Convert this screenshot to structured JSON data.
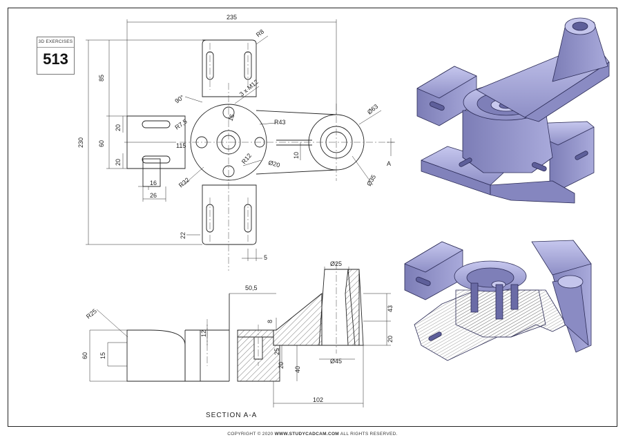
{
  "badge": {
    "label": "3D EXERCISES",
    "number": "513"
  },
  "section_label": "SECTION A-A",
  "footer": {
    "prefix": "COPYRIGHT © 2020 ",
    "site": "WWW.STUDYCADCAM.COM",
    "suffix": " ALL RIGHTS RESERVED."
  },
  "plan_dims": {
    "d235": "235",
    "r8": "R8",
    "d85": "85",
    "d230": "230",
    "a90": "90°",
    "m12": "3 x M12",
    "r75": "R7,5",
    "d15": "15",
    "r43": "R43",
    "d63": "Ø63",
    "d20a": "20",
    "d60": "60",
    "d20b": "20",
    "d115": "115",
    "d20c": "Ø20",
    "r32": "R32",
    "d16": "16",
    "d26": "26",
    "d10": "10",
    "d35": "Ø35",
    "a_mark": "A",
    "d22": "22",
    "d5": "5",
    "r12": "R12"
  },
  "section_dims": {
    "d505": "50,5",
    "d25top": "Ø25",
    "r25": "R25",
    "d43": "43",
    "d8": "8",
    "d12": "12",
    "d60": "60",
    "d15": "15",
    "d25": "25",
    "d20l": "20",
    "d40": "40",
    "d20r": "20",
    "d45": "Ø45",
    "d102": "102"
  },
  "colors": {
    "line": "#222222",
    "center_line": "#444444",
    "model_face": "#9a9bd0",
    "model_dark": "#6d6ea8",
    "model_light": "#c3c4ea",
    "hatch": "#333333"
  }
}
